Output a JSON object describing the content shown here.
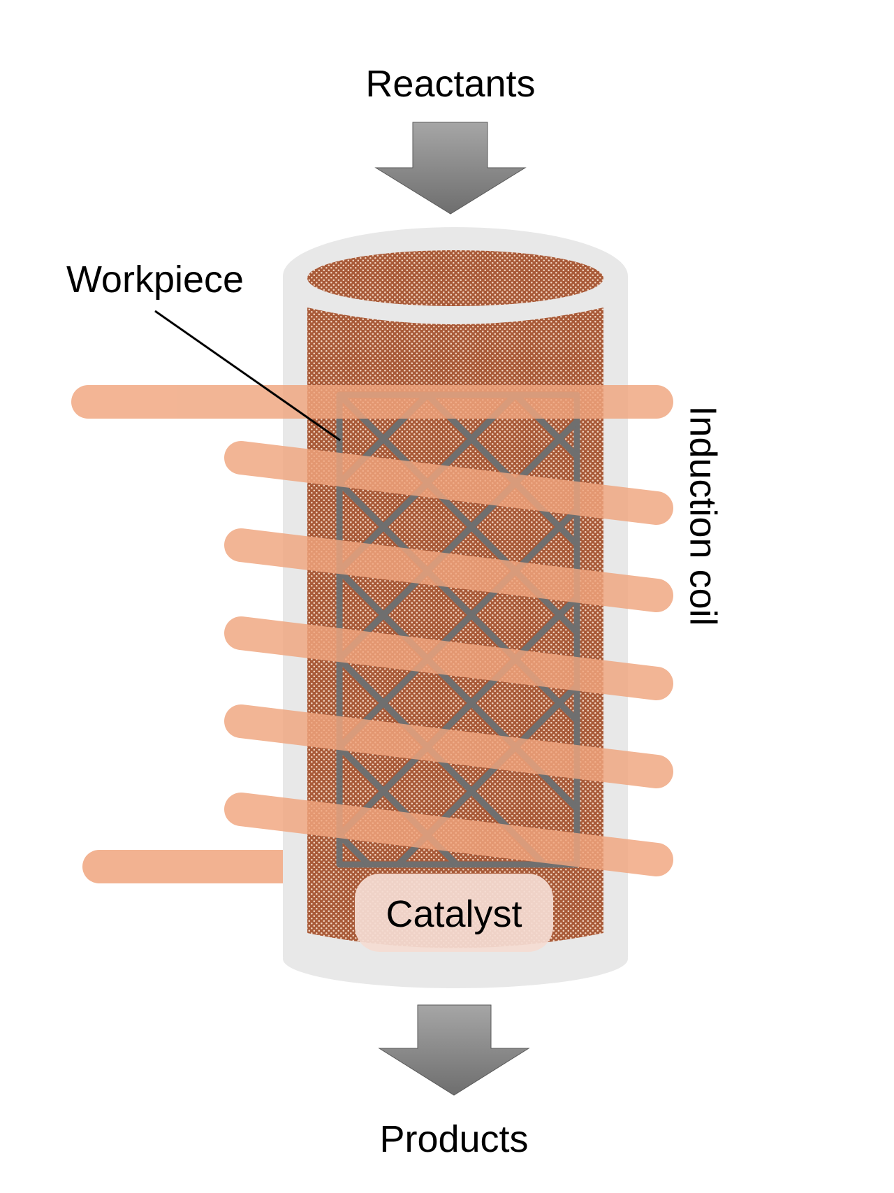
{
  "diagram": {
    "labels": {
      "top": "Reactants",
      "bottom": "Products",
      "workpiece": "Workpiece",
      "coil": "Induction coil",
      "catalyst": "Catalyst"
    },
    "colors": {
      "reactor_wall": "#e8e8e8",
      "catalyst_fill": "#a85a38",
      "catalyst_dots": "#f3d5c2",
      "coil": "#f0a57e",
      "workpiece_mesh": "#6f6f6f",
      "arrow_light": "#a6a6a6",
      "arrow_dark": "#707070",
      "catalyst_label_bg": "#f4dcd2"
    }
  }
}
